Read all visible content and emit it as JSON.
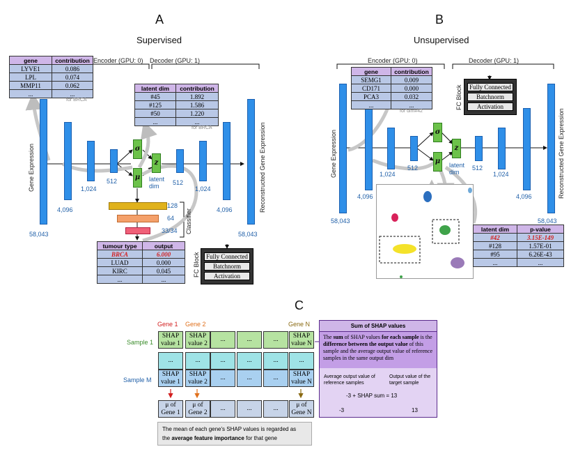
{
  "panels": {
    "a": "A",
    "b": "B",
    "c": "C"
  },
  "panel_a": {
    "title": "Supervised",
    "encoder_label": "Encoder (GPU: 0)",
    "decoder_label": "Decoder (GPU: 1)",
    "gene_axis": "Gene Expression",
    "recon_axis": "Reconstructed Gene Expression",
    "sizes": {
      "in": "58,043",
      "l1": "4,096",
      "l2": "1,024",
      "l3": "512",
      "latent": "latent\ndim",
      "d1": "512",
      "d2": "1,024",
      "d3": "4,096",
      "out": "58,043"
    },
    "sigma": "σ",
    "mu": "μ",
    "z": "z",
    "classifier_label": "Classifier",
    "classifier_sizes": [
      "128",
      "64",
      "33/34"
    ],
    "gene_table": {
      "headers": [
        "gene",
        "contribution"
      ],
      "rows": [
        [
          "LYVE1",
          "0.086"
        ],
        [
          "LPL",
          "0.074"
        ],
        [
          "MMP11",
          "0.062"
        ],
        [
          "...",
          "..."
        ]
      ],
      "note": "for BRCA"
    },
    "latent_table": {
      "headers": [
        "latent dim",
        "contribution"
      ],
      "rows": [
        [
          "#45",
          "1.892"
        ],
        [
          "#125",
          "1.586"
        ],
        [
          "#50",
          "1.220"
        ],
        [
          "...",
          "..."
        ]
      ],
      "note": "for BRCA"
    },
    "tumour_table": {
      "headers": [
        "tumour type",
        "output"
      ],
      "rows": [
        [
          "BRCA",
          "6.000"
        ],
        [
          "LUAD",
          "0.000"
        ],
        [
          "KIRC",
          "0.045"
        ],
        [
          "...",
          "..."
        ]
      ]
    },
    "fc_block": {
      "label": "FC Block",
      "items": [
        "Fully Connected",
        "Batchnorm",
        "Activation"
      ]
    }
  },
  "panel_b": {
    "title": "Unsupervised",
    "encoder_label": "Encoder (GPU: 0)",
    "decoder_label": "Decoder (GPU: 1)",
    "gene_axis": "Gene Expression",
    "recon_axis": "Reconstructed Gene Expression",
    "sizes": {
      "in": "58,043",
      "l1": "4,096",
      "l2": "1,024",
      "l3": "512",
      "latent": "latent\ndim",
      "d1": "512",
      "d2": "1,024",
      "d3": "4,096",
      "out": "58,043"
    },
    "sigma": "σ",
    "mu": "μ",
    "z": "z",
    "gene_table": {
      "headers": [
        "gene",
        "contribution"
      ],
      "rows": [
        [
          "SEMG1",
          "0.009"
        ],
        [
          "CD171",
          "0.000"
        ],
        [
          "PCA3",
          "0.032"
        ],
        [
          "...",
          "..."
        ]
      ],
      "note": "for dim#42"
    },
    "pval_table": {
      "headers": [
        "latent dim",
        "p-value"
      ],
      "rows": [
        [
          "#42",
          "3.15E-149"
        ],
        [
          "#128",
          "1.57E-01"
        ],
        [
          "#95",
          "6.26E-43"
        ],
        [
          "...",
          "..."
        ]
      ]
    },
    "fc_block": {
      "label": "FC Block",
      "items": [
        "Fully Connected",
        "Batchnorm",
        "Activation"
      ]
    }
  },
  "panel_c": {
    "gene_labels": [
      "Gene 1",
      "Gene 2",
      "Gene N"
    ],
    "sample_labels": [
      "Sample 1",
      "Sample M"
    ],
    "shap_row1": [
      "SHAP\nvalue 1",
      "SHAP\nvalue 2",
      "...",
      "...",
      "...",
      "SHAP\nvalue N"
    ],
    "dots_row": [
      "...",
      "...",
      "...",
      "...",
      "...",
      "..."
    ],
    "shap_rowm": [
      "SHAP\nvalue 1",
      "SHAP\nvalue 2",
      "...",
      "...",
      "...",
      "SHAP\nvalue N"
    ],
    "mu_row": [
      "μ of\nGene 1",
      "μ of\nGene 2",
      "...",
      "...",
      "...",
      "μ of\nGene N"
    ],
    "note": "The mean of each gene's SHAP values is regarded as the average feature importance for that gene",
    "note_a": "The mean of each gene's SHAP values is regarded as",
    "note_b": "the ",
    "note_bold": "average feature importance",
    "note_c": " for that gene",
    "sum_box": {
      "title": "Sum of SHAP values",
      "text_parts": [
        "The ",
        "sum",
        " of SHAP values ",
        "for each sample",
        " is the ",
        "difference between the output value",
        " of this sample and the average output value of reference samples in the same output dim"
      ],
      "avg_label": "Average output value of reference samples",
      "out_label": "Output value of the target sample",
      "equation": "-3  + SHAP sum = 13",
      "left_val": "-3",
      "right_val": "13"
    }
  },
  "colors": {
    "layer": "#2f8fe8",
    "latent": "#6cc24a",
    "header": "#cfb6e8",
    "row": "#b9c8e6",
    "classifier": [
      "#e0b21c",
      "#f4a06a",
      "#f06078"
    ],
    "highlight": "#d21f1f"
  }
}
